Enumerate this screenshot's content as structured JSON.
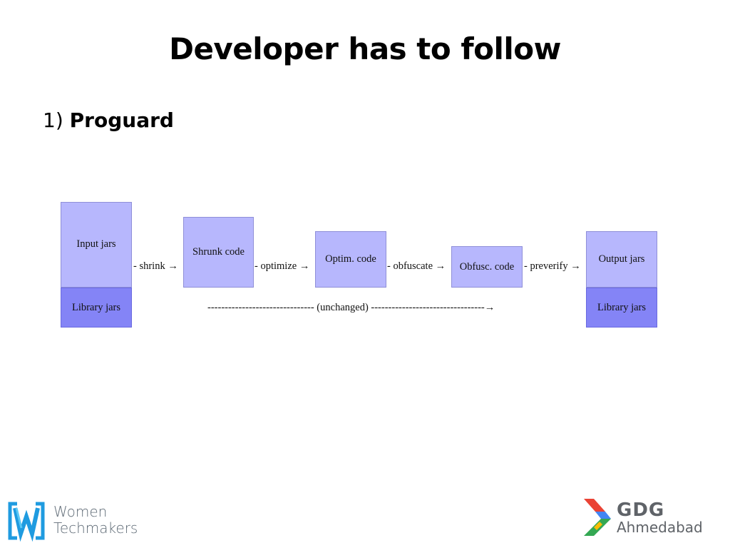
{
  "slide": {
    "title": "Developer has to follow",
    "bullet_number": "1)",
    "bullet_text": "Proguard"
  },
  "diagram": {
    "input_jars": "Input jars",
    "library_jars_left": "Library jars",
    "shrunk_code": "Shrunk code",
    "optim_code": "Optim. code",
    "obfusc_code": "Obfusc. code",
    "output_jars": "Output jars",
    "library_jars_right": "Library jars",
    "edge_shrink": "- shrink →",
    "edge_optimize": "- optimize →",
    "edge_obfuscate": "- obfuscate →",
    "edge_preverify": "- preverify →",
    "edge_unchanged": "------------------------------- (unchanged) ---------------------------------→"
  },
  "logos": {
    "wtm_line1": "Women",
    "wtm_line2": "Techmakers",
    "gdg_line1": "GDG",
    "gdg_line2": "Ahmedabad"
  },
  "colors": {
    "box": "#b7b7fd",
    "library_box": "#8484f6",
    "wtm_blue": "#1f9be0",
    "gdg_red": "#ea4335",
    "gdg_blue": "#4285f4",
    "gdg_green": "#34a853",
    "gdg_yellow": "#fbbc05"
  }
}
